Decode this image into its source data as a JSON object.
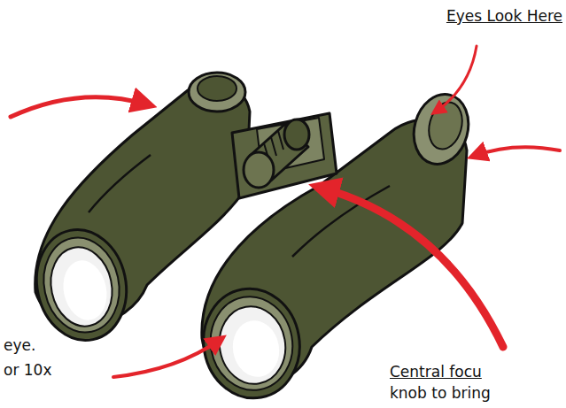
{
  "diagram": {
    "labels": [
      "Eyes Look Here",
      "eye.",
      "or 10x",
      "Central focu",
      "knob to bring"
    ]
  }
}
